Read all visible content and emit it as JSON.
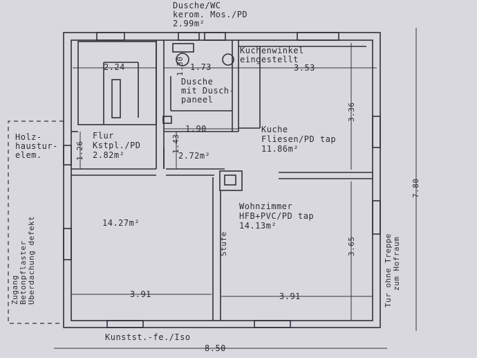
{
  "rooms": {
    "dusche_wc": {
      "name": "Dusche/WC",
      "floor": "kerom. Mos./PD",
      "area": "2.99m²"
    },
    "kuchenwinkel": {
      "line1": "Kuchenwinkel",
      "line2": "eingestellt"
    },
    "dusche_paneel": {
      "line1": "Dusche",
      "line2": "mit Dusch-",
      "line3": "paneel"
    },
    "flur": {
      "name": "Flur",
      "floor": "Kstpl./PD",
      "area": "2.82m²"
    },
    "holzhaustur": {
      "line1": "Holz-",
      "line2": "haustur-",
      "line3": "elem."
    },
    "kuche": {
      "name": "Kuche",
      "floor": "Fliesen/PD  tap",
      "area": "11.86m²"
    },
    "vorraum": {
      "area": "2.72m²"
    },
    "zimmer": {
      "area": "14.27m²"
    },
    "wohnzimmer": {
      "name": "Wohnzimmer",
      "floor": "HFB+PVC/PD  tap",
      "area": "14.13m²"
    }
  },
  "dimensions": {
    "d224": "2.24",
    "d173": "1.73",
    "d353": "3.53",
    "d130": "1.30",
    "d190": "1.90",
    "d336": "3.36",
    "d126": "1.26",
    "d143": "1.43",
    "d365": "3.65",
    "d391_left": "3.91",
    "d391_right": "3.91",
    "d850": "8.50",
    "d780": "7.80"
  },
  "labels": {
    "stufe": "Stufe",
    "tur_line1": "Tur ohne Treppe",
    "tur_line2": "zum Hofraum",
    "zugang_line1": "Zugang",
    "zugang_line2": "Betonpflaster",
    "zugang_line3": "Uberdachung defekt",
    "kunststoff": "Kunstst.-fe./Iso"
  }
}
